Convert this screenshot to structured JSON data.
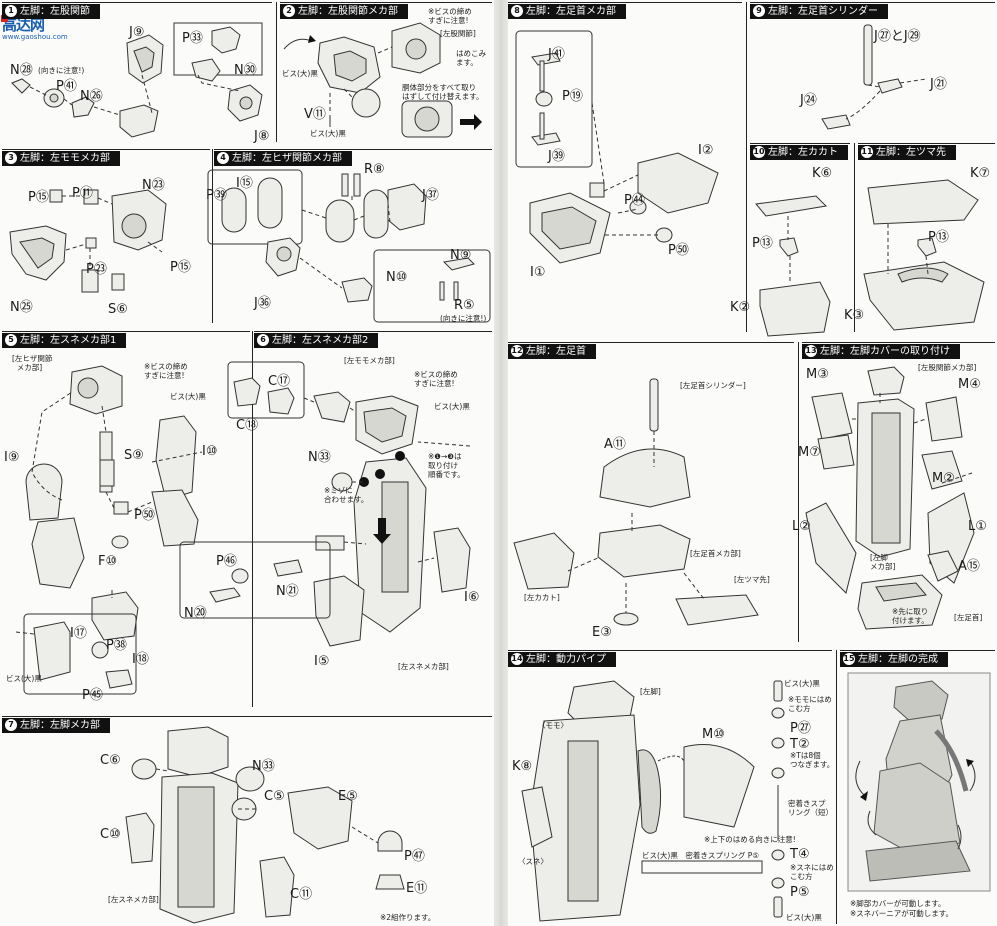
{
  "watermark": {
    "top_text": "高达网",
    "url_text": "www.gaoshou.com"
  },
  "panels": {
    "p1": {
      "num": "1",
      "title": "左脚：左股関節"
    },
    "p2": {
      "num": "2",
      "title": "左脚：左股関節メカ部"
    },
    "p3": {
      "num": "3",
      "title": "左脚：左モモメカ部"
    },
    "p4": {
      "num": "4",
      "title": "左脚：左ヒザ関節メカ部"
    },
    "p5": {
      "num": "5",
      "title": "左脚：左スネメカ部1"
    },
    "p6": {
      "num": "6",
      "title": "左脚：左スネメカ部2"
    },
    "p7": {
      "num": "7",
      "title": "左脚：左脚メカ部"
    },
    "p8": {
      "num": "8",
      "title": "左脚：左足首メカ部"
    },
    "p9": {
      "num": "9",
      "title": "左脚：左足首シリンダー"
    },
    "p10": {
      "num": "10",
      "title": "左脚：左カカト"
    },
    "p11": {
      "num": "11",
      "title": "左脚：左ツマ先"
    },
    "p12": {
      "num": "12",
      "title": "左脚：左足首"
    },
    "p13": {
      "num": "13",
      "title": "左脚：左脚カバーの取り付け"
    },
    "p14": {
      "num": "14",
      "title": "左脚：動力パイプ"
    },
    "p15": {
      "num": "15",
      "title": "左脚：左脚の完成"
    }
  },
  "labels": {
    "p1": [
      "J⑨",
      "P㉝",
      "N㉚",
      "N㉘",
      "P㊶",
      "N㉖",
      "J⑧"
    ],
    "p1_notes": [
      "(向きに注意!)"
    ],
    "p2": [
      "V⑪"
    ],
    "p2_notes": [
      "※ビスの締め\nすぎに注意!",
      "[左股関節]",
      "はめこみ\nます。",
      "ビス(大)黒",
      "ビス(大)黒",
      "胴体部分をすべて取り\nはずして付け替えます。"
    ],
    "p3": [
      "N㉓",
      "P⑪",
      "P⑮",
      "P㉓",
      "P⑮",
      "N㉕",
      "S⑥"
    ],
    "p4": [
      "R⑧",
      "I⑮",
      "P㊴",
      "J㊲",
      "J㊱",
      "N⑨",
      "N⑩",
      "R⑤"
    ],
    "p4_notes": [
      "(向きに注意!)"
    ],
    "p5": [
      "I⑨",
      "S⑨",
      "I⑩",
      "P㊿",
      "F⑩",
      "I⑰",
      "P㊳",
      "I⑱",
      "P㊺"
    ],
    "p5_notes": [
      "[左ヒザ関節\n  メカ部]",
      "※ビスの締め\nすぎに注意!",
      "ビス(大)黒",
      "ビス(大)黒"
    ],
    "p6": [
      "C⑰",
      "C⑱",
      "N㉝",
      "P㊻",
      "N㉑",
      "N⑳",
      "I⑥",
      "I⑤"
    ],
    "p6_notes": [
      "[左モモメカ部]",
      "※ビスの締め\nすぎに注意!",
      "ビス(大)黒",
      "※❶→❸は\n取り付け\n順番です。",
      "※ミゾに\n合わせます。",
      "[左スネメカ部]"
    ],
    "p7": [
      "C⑥",
      "N㉝",
      "C⑤",
      "E⑤",
      "C⑩",
      "P㊼",
      "E⑪",
      "C⑪"
    ],
    "p7_notes": [
      "[左スネメカ部]",
      "※2組作ります。"
    ],
    "p8": [
      "J㊶",
      "P⑲",
      "J㊴",
      "I②",
      "P㊹",
      "P㊿",
      "I①"
    ],
    "p9": [
      "J㉗とJ㉙",
      "J㉑",
      "J㉔"
    ],
    "p10": [
      "K⑥",
      "P⑬",
      "K②"
    ],
    "p11": [
      "K⑦",
      "P⑬",
      "K③"
    ],
    "p12": [
      "A⑪",
      "E③"
    ],
    "p12_notes": [
      "[左足首シリンダー]",
      "[左カカト]",
      "[左足首メカ部]",
      "[左ツマ先]"
    ],
    "p13": [
      "M③",
      "M④",
      "M⑦",
      "M②",
      "L②",
      "L①",
      "A⑮"
    ],
    "p13_notes": [
      "[左股関節メカ部]",
      "[左脚\nメカ部]",
      "※先に取り\n付けます。",
      "[左足首]"
    ],
    "p14": [
      "M⑩",
      "K⑧",
      "P㉗",
      "T②",
      "T④",
      "P⑤"
    ],
    "p14_notes": [
      "[左脚]",
      "〈モモ〉",
      "〈スネ〉",
      "※上下のはめる向きに注意!",
      "ビス(大)黒",
      "※モモにはめ\nこむ方",
      "※Tは8個\nつなぎます。",
      "密着きスプ\nリング（短）",
      "※スネにはめ\nこむ方",
      "ビス(大)黒",
      "ビス(大)黒　密着きスプリング P⑤"
    ],
    "p15_notes": [
      "※脚部カバーが可動します。",
      "※スネバーニアが可動します。"
    ]
  },
  "colors": {
    "ink": "#1a1a1a",
    "paper": "#fbfbfa",
    "header_bg": "#111111",
    "part_fill": "#ededea",
    "logo_blue": "#1b5fb0",
    "logo_red": "#dd2222"
  }
}
